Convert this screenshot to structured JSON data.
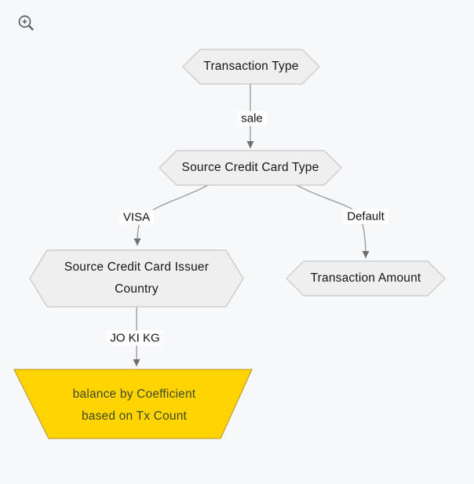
{
  "app": {
    "type": "decision-tree-diagram"
  },
  "toolbar": {
    "zoom_icon": "zoom-in-magnifier"
  },
  "colors": {
    "background": "#f7f8fa",
    "node_fill": "#efefef",
    "node_stroke": "#c6c6c6",
    "node_text": "#161616",
    "edge_line": "#9c9c9c",
    "arrowhead": "#6e6e6e",
    "edge_label_bg": "#ffffff",
    "leaf_fill": "#ffd400",
    "leaf_stroke": "#c5a334",
    "leaf_text": "#404a28"
  },
  "nodes": {
    "transaction_type": {
      "label": "Transaction Type",
      "shape": "hexagon"
    },
    "source_credit_card_type": {
      "label": "Source Credit Card Type",
      "shape": "hexagon"
    },
    "issuer_country": {
      "label": "Source Credit Card Issuer Country",
      "line1": "Source Credit Card Issuer",
      "line2": "Country",
      "shape": "hexagon"
    },
    "transaction_amount": {
      "label": "Transaction Amount",
      "shape": "hexagon"
    },
    "leaf_balance": {
      "label": "balance by Coefficient based on Tx Count",
      "line1": "balance by Coefficient",
      "line2": "based on Tx Count",
      "shape": "trapezoid"
    }
  },
  "edges": {
    "sale": {
      "label": "sale",
      "from": "transaction_type",
      "to": "source_credit_card_type"
    },
    "visa": {
      "label": "VISA",
      "from": "source_credit_card_type",
      "to": "issuer_country"
    },
    "default": {
      "label": "Default",
      "from": "source_credit_card_type",
      "to": "transaction_amount"
    },
    "jo_ki_kg": {
      "label": "JO KI KG",
      "from": "issuer_country",
      "to": "leaf_balance"
    }
  }
}
